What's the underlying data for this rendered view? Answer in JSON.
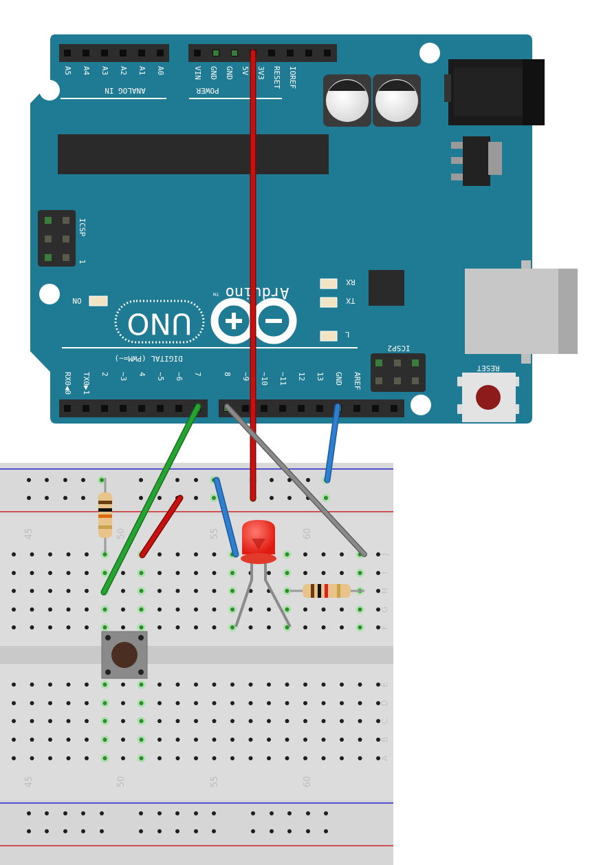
{
  "board": {
    "brand": "Arduino",
    "tm": "TM",
    "model": "UNO",
    "body_color": "#1f7b94",
    "analog_header": "ANALOG IN",
    "analog_pins": [
      "A5",
      "A4",
      "A3",
      "A2",
      "A1",
      "A0"
    ],
    "power_header": "POWER",
    "power_pins": [
      "VIN",
      "GND",
      "GND",
      "5V",
      "3V3",
      "RESET",
      "IOREF"
    ],
    "digital_header": "DIGITAL (PWM=~)",
    "digital_pins_left": [
      "RX0◀0",
      "TX0▶1",
      "2",
      "~3",
      "4",
      "~5",
      "~6",
      "7"
    ],
    "digital_pins_right": [
      "8",
      "~9",
      "~10",
      "~11",
      "12",
      "13",
      "GND",
      "AREF"
    ],
    "icsp": "ICSP",
    "icsp_pin1": "1",
    "icsp2": "ICSP2",
    "rx": "RX",
    "tx": "TX",
    "l": "L",
    "on": "ON",
    "reset": "RESET"
  },
  "breadboard": {
    "column_numbers_top": [
      "45",
      "50",
      "55",
      "60"
    ],
    "column_numbers_bottom": [
      "45",
      "50",
      "55",
      "60"
    ],
    "row_letters_top": [
      "J",
      "I",
      "H",
      "G",
      "F"
    ],
    "row_letters_bottom": [
      "E",
      "D",
      "C",
      "B",
      "A"
    ],
    "rail_red": "#cc0000",
    "rail_blue": "#0000cc"
  },
  "components": [
    "pushbutton",
    "red-led",
    "resistor-1",
    "resistor-2"
  ],
  "wires": [
    {
      "name": "wire-5v",
      "color": "#c8100f"
    },
    {
      "name": "wire-gnd",
      "color": "#2f7fd0"
    },
    {
      "name": "wire-pin7",
      "color": "#25a52f"
    },
    {
      "name": "wire-pin8",
      "color": "#8a8a8a"
    },
    {
      "name": "wire-jumper-red",
      "color": "#c8100f"
    },
    {
      "name": "wire-jumper-blue",
      "color": "#2f7fd0"
    }
  ]
}
